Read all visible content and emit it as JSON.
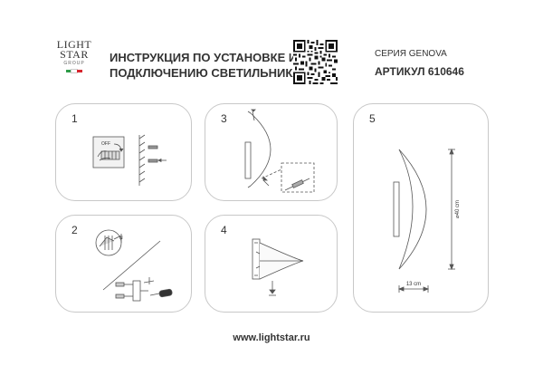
{
  "brand": {
    "line1": "LIGHT",
    "line2": "STAR",
    "line3": "GROUP"
  },
  "header": {
    "title_line1": "ИНСТРУКЦИЯ ПО УСТАНОВКЕ И",
    "title_line2": "ПОДКЛЮЧЕНИЮ СВЕТИЛЬНИКА",
    "series": "СЕРИЯ GENOVA",
    "article": "АРТИКУЛ 610646"
  },
  "steps": [
    {
      "number": "1",
      "label_off": "OFF"
    },
    {
      "number": "2",
      "label_n": "N"
    },
    {
      "number": "3"
    },
    {
      "number": "4"
    },
    {
      "number": "5",
      "dim_height": "⌀40 cm",
      "dim_depth": "13 cm"
    }
  ],
  "footer": {
    "url": "www.lightstar.ru"
  },
  "colors": {
    "flag_green": "#2e9b48",
    "flag_white": "#ffffff",
    "flag_red": "#d7262e",
    "line": "#555555",
    "panel_border": "#c8c8c8"
  }
}
